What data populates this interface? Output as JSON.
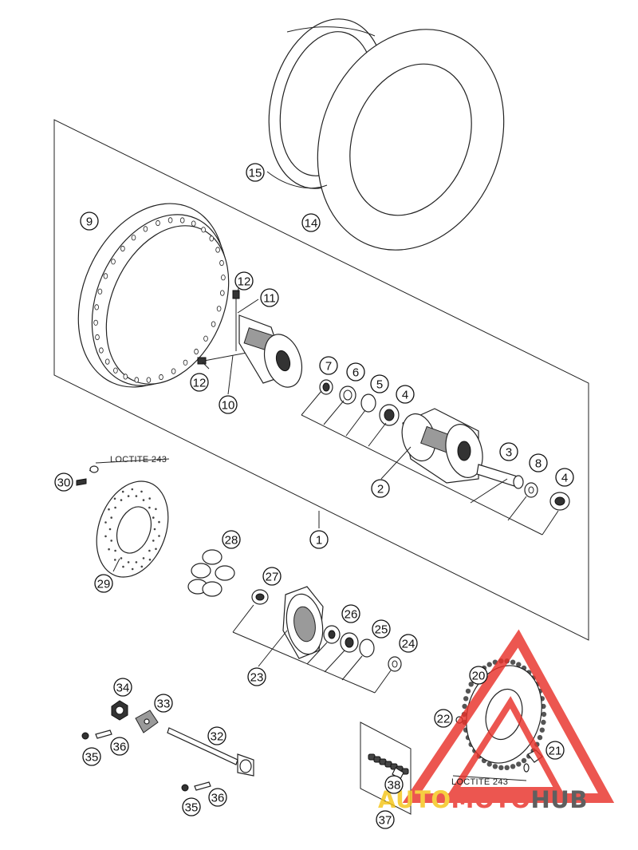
{
  "diagram": {
    "callouts": [
      {
        "id": "c1",
        "label": "1"
      },
      {
        "id": "c2",
        "label": "2"
      },
      {
        "id": "c3",
        "label": "3"
      },
      {
        "id": "c4a",
        "label": "4"
      },
      {
        "id": "c4b",
        "label": "4"
      },
      {
        "id": "c5",
        "label": "5"
      },
      {
        "id": "c6",
        "label": "6"
      },
      {
        "id": "c7",
        "label": "7"
      },
      {
        "id": "c8",
        "label": "8"
      },
      {
        "id": "c9",
        "label": "9"
      },
      {
        "id": "c10",
        "label": "10"
      },
      {
        "id": "c11",
        "label": "11"
      },
      {
        "id": "c12a",
        "label": "12"
      },
      {
        "id": "c12b",
        "label": "12"
      },
      {
        "id": "c14",
        "label": "14"
      },
      {
        "id": "c15",
        "label": "15"
      },
      {
        "id": "c20",
        "label": "20"
      },
      {
        "id": "c21",
        "label": "21"
      },
      {
        "id": "c22",
        "label": "22"
      },
      {
        "id": "c23",
        "label": "23"
      },
      {
        "id": "c24",
        "label": "24"
      },
      {
        "id": "c25",
        "label": "25"
      },
      {
        "id": "c26",
        "label": "26"
      },
      {
        "id": "c27",
        "label": "27"
      },
      {
        "id": "c28",
        "label": "28"
      },
      {
        "id": "c29",
        "label": "29"
      },
      {
        "id": "c30",
        "label": "30"
      },
      {
        "id": "c32",
        "label": "32"
      },
      {
        "id": "c33",
        "label": "33"
      },
      {
        "id": "c34",
        "label": "34"
      },
      {
        "id": "c35a",
        "label": "35"
      },
      {
        "id": "c35b",
        "label": "35"
      },
      {
        "id": "c36a",
        "label": "36"
      },
      {
        "id": "c36b",
        "label": "36"
      },
      {
        "id": "c37",
        "label": "37"
      },
      {
        "id": "c38",
        "label": "38"
      }
    ],
    "notes": {
      "loctite_upper": "LOCTITE 243",
      "loctite_lower": "LOCTITE 243"
    }
  },
  "watermark": {
    "text_auto": "AUTO",
    "text_moto": "MOTO",
    "text_hub": "HUB",
    "color_auto": "#f5c518",
    "color_moto": "#e8322a",
    "color_hub": "#3c3c3c",
    "color_triangle": "#e8322a"
  }
}
